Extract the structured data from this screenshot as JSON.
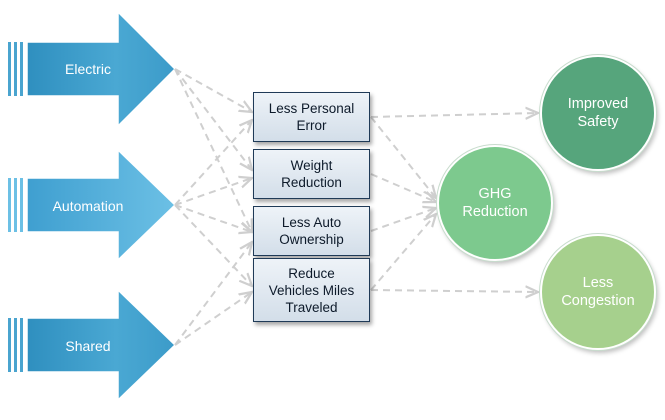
{
  "inputs": [
    {
      "label": "Electric"
    },
    {
      "label": "Automation"
    },
    {
      "label": "Shared"
    }
  ],
  "impacts": [
    {
      "label": "Less Personal\nError"
    },
    {
      "label": "Weight\nReduction"
    },
    {
      "label": "Less Auto\nOwnership"
    },
    {
      "label": "Reduce\nVehicles Miles\nTraveled"
    }
  ],
  "outcomes": [
    {
      "label": "Improved\nSafety",
      "color": "#56a57c"
    },
    {
      "label": "GHG\nReduction",
      "color": "#7dc98e"
    },
    {
      "label": "Less\nCongestion",
      "color": "#a6d08d"
    }
  ],
  "colors": {
    "arrow_fill": "#4aa4cf",
    "arrow_fill_light": "#7cc6e6",
    "connector": "#cfcfcf",
    "box_border": "#1f3a57"
  }
}
